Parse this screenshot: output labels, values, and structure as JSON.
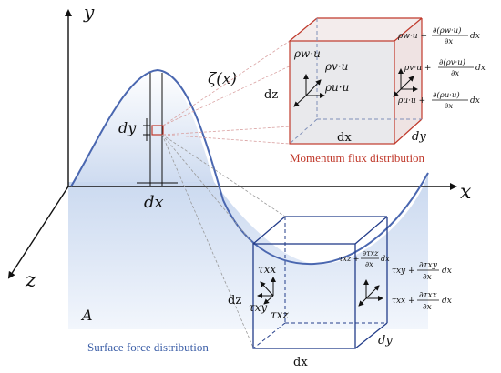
{
  "axes": {
    "x": "x",
    "y": "y",
    "z": "z"
  },
  "curve_label": "ζ(x)",
  "region_label": "A",
  "element": {
    "dx": "dx",
    "dy": "dy"
  },
  "momentum_box": {
    "caption": "Momentum flux distribution",
    "left_terms": [
      "ρw·u",
      "ρv·u",
      "ρu·u"
    ],
    "right_terms": [
      {
        "base": "ρw·u +",
        "num": "∂(ρw·u)",
        "den": "∂x",
        "tail": "dx"
      },
      {
        "base": "ρv·u +",
        "num": "∂(ρv·u)",
        "den": "∂x",
        "tail": "dx"
      },
      {
        "base": "ρu·u +",
        "num": "∂(ρu·u)",
        "den": "∂x",
        "tail": "dx"
      }
    ],
    "dims": {
      "dz": "dz",
      "dx": "dx",
      "dy": "dy"
    }
  },
  "surface_box": {
    "caption": "Surface force distribution",
    "left_terms": {
      "txx": "τxx",
      "txy": "τxy",
      "txz": "τxz"
    },
    "right_terms": [
      {
        "base": "τxz +",
        "num": "∂τxz",
        "den": "∂x",
        "tail": "dx"
      },
      {
        "base": "τxy +",
        "num": "∂τxy",
        "den": "∂x",
        "tail": "dx"
      },
      {
        "base": "τxx +",
        "num": "∂τxx",
        "den": "∂x",
        "tail": "dx"
      }
    ],
    "dims": {
      "dz": "dz",
      "dx": "dx",
      "dy": "dy"
    }
  }
}
